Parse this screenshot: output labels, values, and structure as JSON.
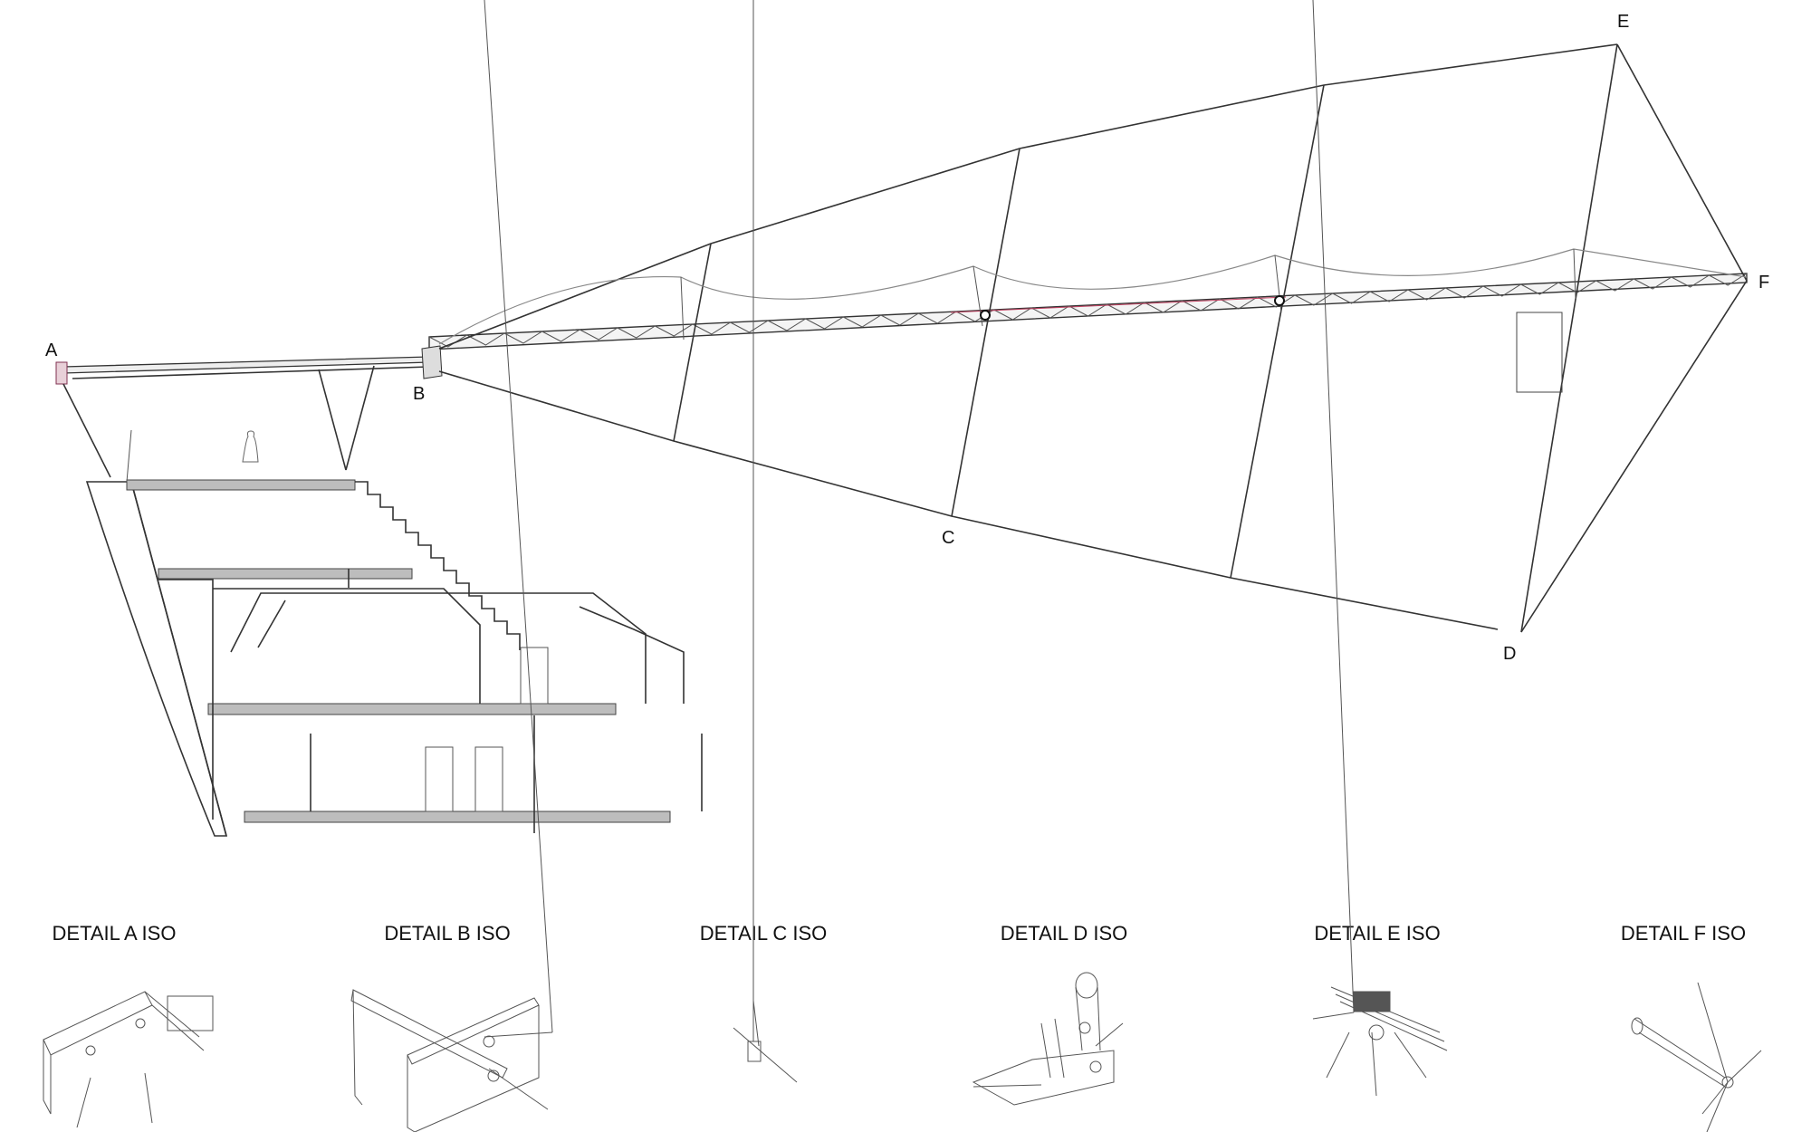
{
  "points": {
    "a": "A",
    "b": "B",
    "c": "C",
    "d": "D",
    "e": "E",
    "f": "F"
  },
  "details": [
    {
      "label": "DETAIL A ISO"
    },
    {
      "label": "DETAIL B ISO"
    },
    {
      "label": "DETAIL C ISO"
    },
    {
      "label": "DETAIL D ISO"
    },
    {
      "label": "DETAIL E ISO"
    },
    {
      "label": "DETAIL F ISO"
    }
  ],
  "colors": {
    "line": "#333333",
    "slab": "#bdbdbd",
    "accent": "#c04060"
  }
}
